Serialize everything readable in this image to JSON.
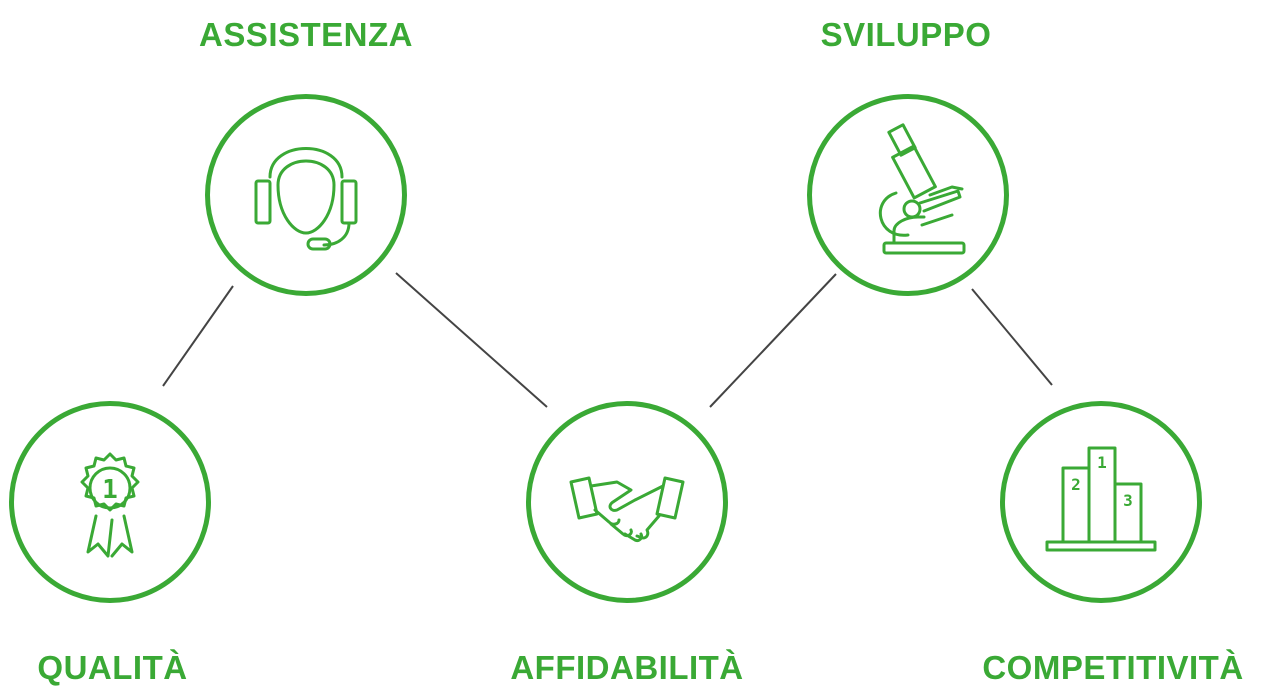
{
  "colors": {
    "accent": "#3aa935",
    "connector": "#444444",
    "background": "#ffffff"
  },
  "nodes": [
    {
      "id": "assistenza",
      "label": "ASSISTENZA",
      "icon": "headset-icon"
    },
    {
      "id": "sviluppo",
      "label": "SVILUPPO",
      "icon": "microscope-icon"
    },
    {
      "id": "qualita",
      "label": "QUALITÀ",
      "icon": "award-ribbon-icon",
      "icon_text": "1"
    },
    {
      "id": "affidabilita",
      "label": "AFFIDABILITÀ",
      "icon": "handshake-icon"
    },
    {
      "id": "competitivita",
      "label": "COMPETITIVITÀ",
      "icon": "podium-icon",
      "icon_text": [
        "2",
        "1",
        "3"
      ]
    }
  ],
  "connections": [
    [
      "qualita",
      "assistenza"
    ],
    [
      "assistenza",
      "affidabilita"
    ],
    [
      "affidabilita",
      "sviluppo"
    ],
    [
      "sviluppo",
      "competitivita"
    ]
  ]
}
